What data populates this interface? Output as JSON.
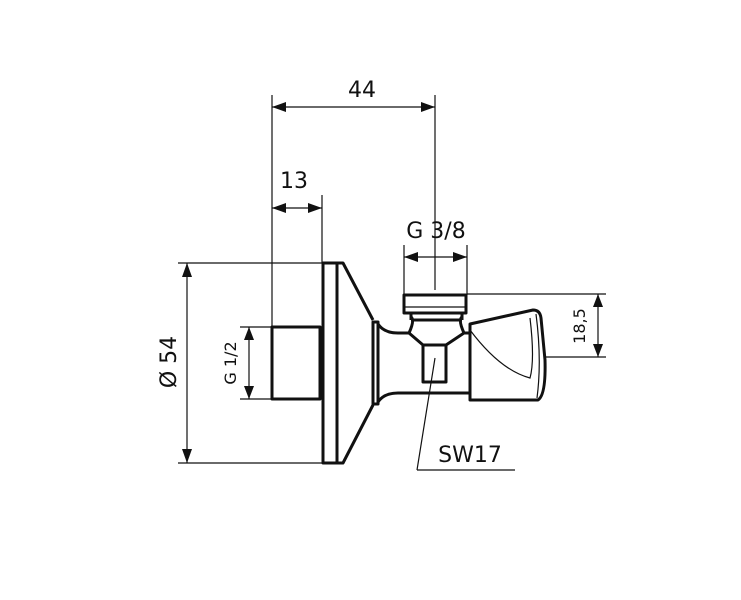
{
  "drawing": {
    "dimensions": {
      "overall_length": "44",
      "thread_depth": "13",
      "outlet_thread": "G 3/8",
      "flange_diameter": "Ø 54",
      "inlet_thread": "G 1/2",
      "handle_height": "18,5",
      "wrench_size": "SW17"
    },
    "line_color": "#111111",
    "background": "#ffffff"
  }
}
